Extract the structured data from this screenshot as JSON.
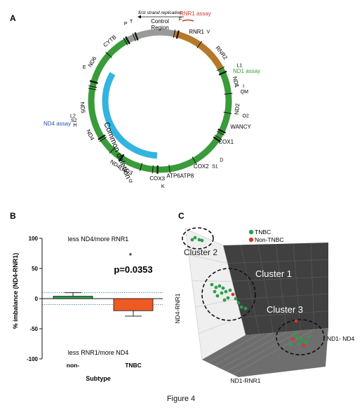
{
  "figure_caption": "Figure 4",
  "panels": {
    "A": {
      "label": "A",
      "ring_genes": [
        "CYTB",
        "ND6",
        "E",
        "ND5",
        "L2",
        "S2",
        "H",
        "ND4",
        "ND4L",
        "ND3",
        "G",
        "COX3",
        "ATP6ATP8",
        "K",
        "COX2",
        "S1",
        "D",
        "COX1",
        "WANCY",
        "O2",
        "ND2",
        "QM",
        "I",
        "ND1",
        "L1",
        "RNR2",
        "V",
        "RNR1",
        "F",
        "P",
        "T"
      ],
      "control_region": [
        "Control",
        "Region"
      ],
      "first_strand": "first strand replication",
      "rnr1_assay": "RNR1 assay",
      "nd1_assay": "ND1 assay",
      "nd4_assay": "ND4 assay",
      "common_deletion": "Common deletion",
      "colors": {
        "green": "#3a9b3a",
        "brown": "#b8782a",
        "gray": "#9a9a9a",
        "cyan": "#33b4e0",
        "red": "#d23a2a",
        "blue": "#2a4fb0"
      }
    },
    "B": {
      "label": "B",
      "annot_top": "less ND4/more RNR1",
      "annot_bottom": "less RNR1/more ND4",
      "star": "*",
      "pvalue": "p=0.0353",
      "ylabel": "% imbalance (ND4-RNR1)",
      "xlabel": "Subtype"
    },
    "C": {
      "label": "C",
      "legend": [
        {
          "name": "TNBC",
          "color": "#2e9e4a"
        },
        {
          "name": "Non-TNBC",
          "color": "#d23a2a"
        }
      ],
      "cluster_labels": [
        "Cluster 1",
        "Cluster 2",
        "Cluster 3"
      ],
      "axis_labels": {
        "z": "ND4-RNR1",
        "x": "ND1-RNR1",
        "y": "ND1- ND4"
      }
    }
  },
  "chart_data": {
    "type": "bar",
    "title": "",
    "categories": [
      "non-",
      "TNBC"
    ],
    "values": [
      4,
      -20
    ],
    "errors": [
      6,
      9
    ],
    "colors": [
      "#2e9e4a",
      "#ee5a24"
    ],
    "ylabel": "% imbalance (ND4-RNR1)",
    "xlabel": "Subtype",
    "ylim": [
      -100,
      100
    ],
    "yticks": [
      "100",
      "50",
      "0",
      "-50",
      "-100"
    ],
    "ytick_values": [
      100,
      50,
      0,
      -50,
      -100
    ],
    "reference_lines": [
      10,
      -10
    ]
  }
}
